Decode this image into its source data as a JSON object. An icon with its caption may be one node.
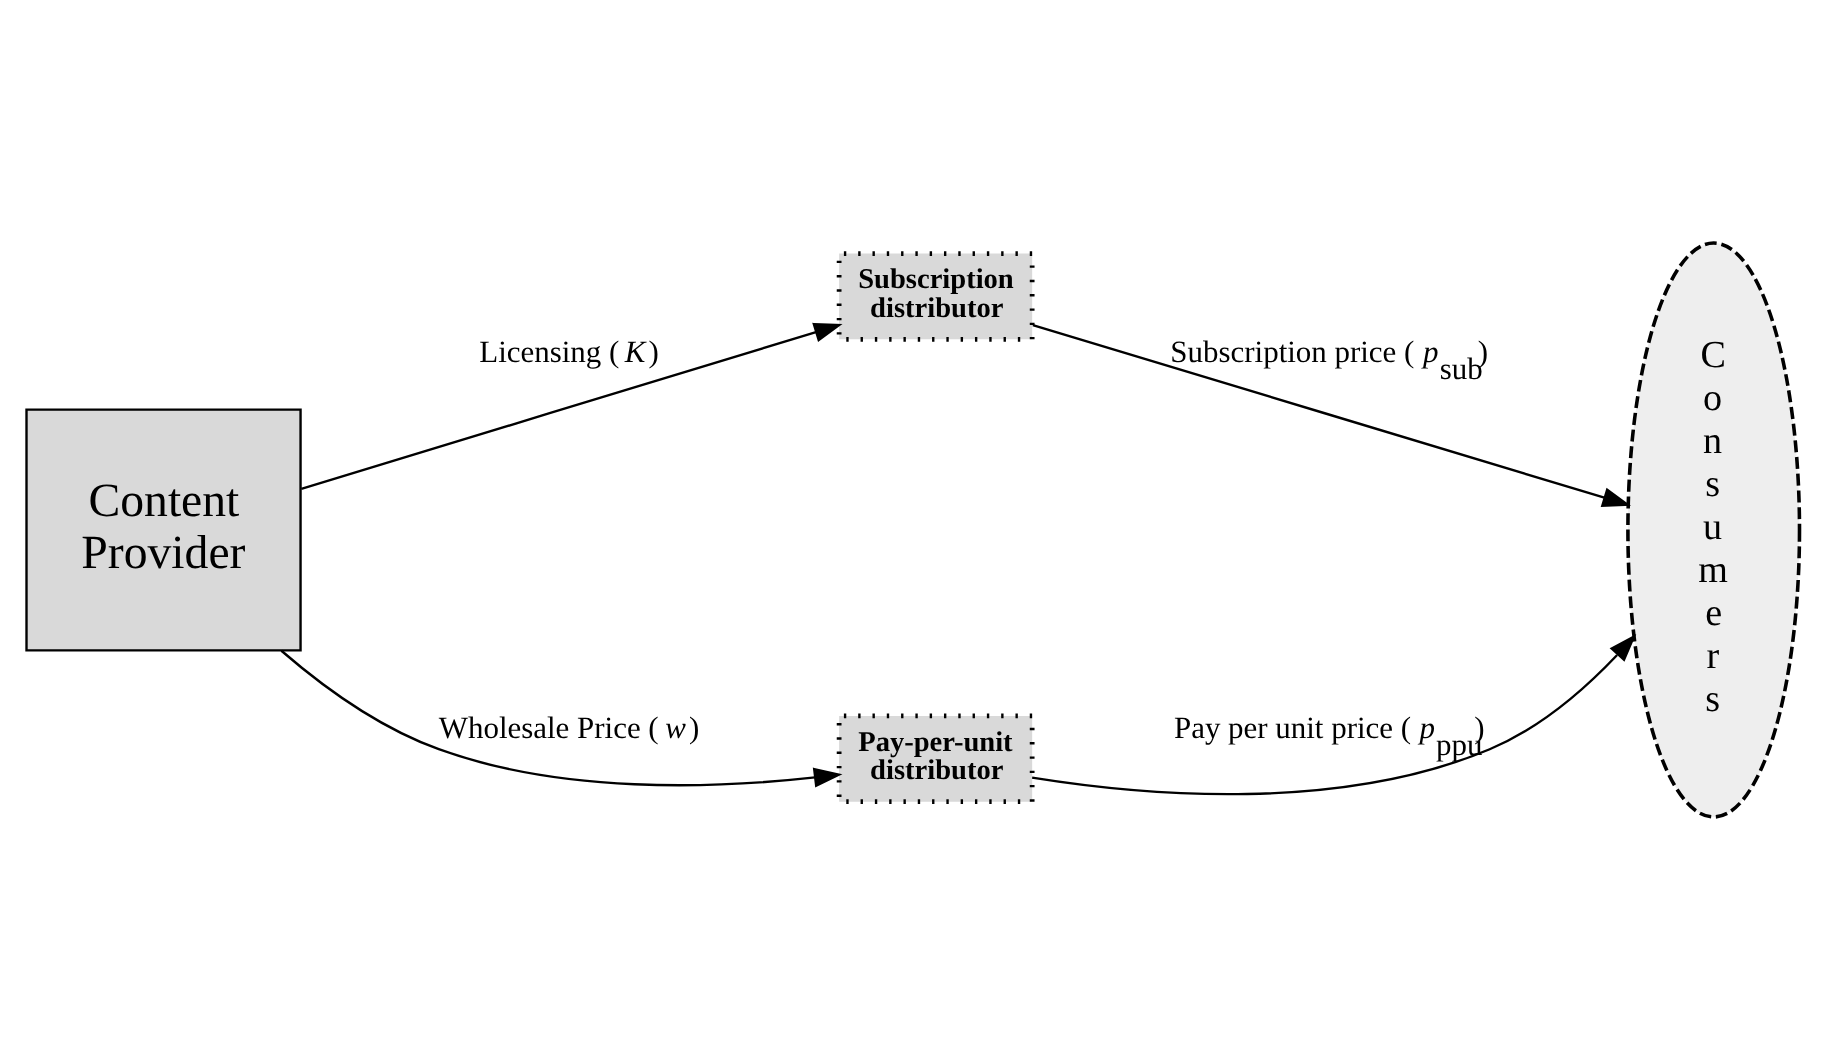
{
  "diagram": {
    "nodes": [
      {
        "text": [
          "Content Provider"
        ]
      },
      {
        "text": [
          "Subscription distributor"
        ]
      },
      {
        "text": [
          "Pay-per-unit distributor"
        ]
      },
      {
        "text": [
          "Consumers"
        ]
      }
    ],
    "edges": [
      {
        "from": 0,
        "to": 1,
        "arrow": "to",
        "label": "Licensing (*K*)"
      },
      {
        "from": 0,
        "to": 2,
        "arrow": "to",
        "label": "Wholesale Price (*w*)"
      },
      {
        "from": 1,
        "to": 3,
        "arrow": "to",
        "label": "Subscription price (*p*$_{sub}$)"
      },
      {
        "from": 2,
        "to": 3,
        "arrow": "to",
        "label": "Pay per unit price (*p*$_{ppu}$)"
      }
    ]
  }
}
